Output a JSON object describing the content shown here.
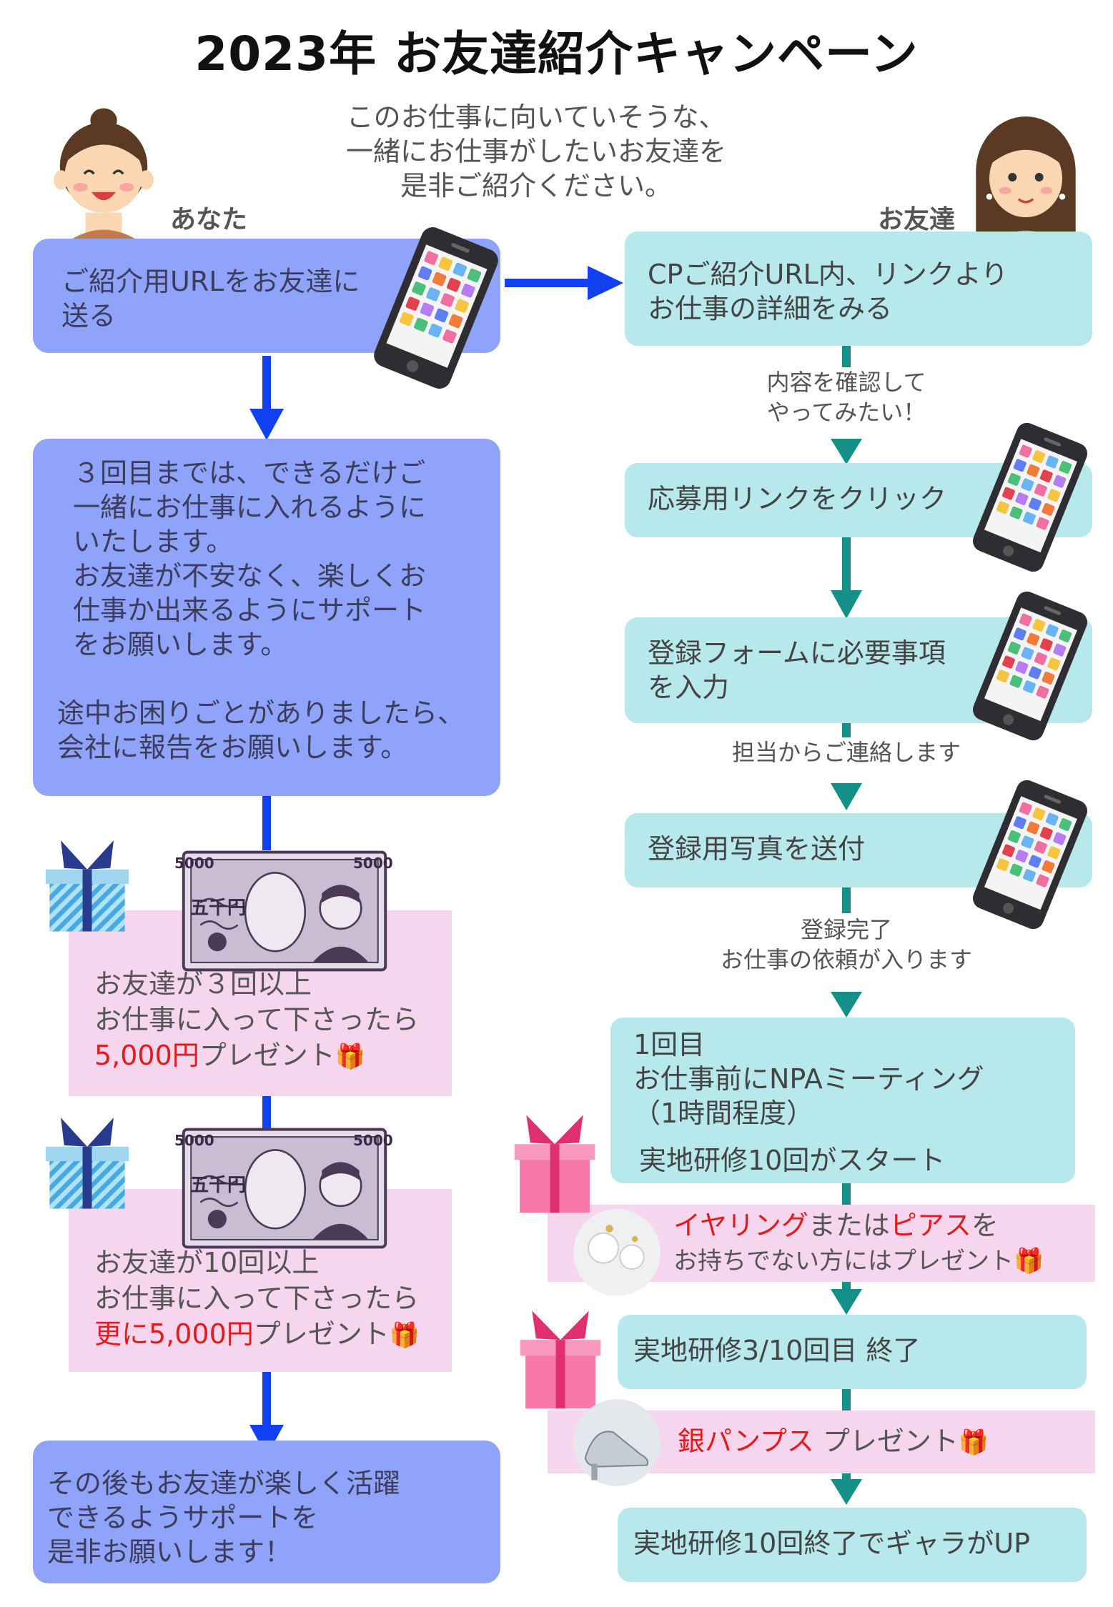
{
  "title": "2023年 お友達紹介キャンペーン",
  "intro": [
    "このお仕事に向いていそうな、",
    "一緒にお仕事がしたいお友達を",
    "是非ご紹介ください。"
  ],
  "roles": {
    "you": "あなた",
    "friend": "お友達"
  },
  "left": {
    "step1": [
      "ご紹介用URLをお友達に",
      "送る"
    ],
    "step2": [
      "３回目までは、できるだけご",
      "一緒にお仕事に入れるように",
      "いたします。",
      "お友達が不安なく、楽しくお",
      "仕事か出来るようにサポート",
      "をお願いします。"
    ],
    "step2_note": [
      "途中お困りごとがありましたら、",
      "会社に報告をお願いします。"
    ],
    "reward1": {
      "line1": "お友達が３回以上",
      "line2": "お仕事に入って下さったら",
      "amount": "5,000円",
      "suffix": "プレゼント"
    },
    "reward2": {
      "line1": "お友達が10回以上",
      "line2": "お仕事に入って下さったら",
      "amount": "更に5,000円",
      "suffix": "プレゼント"
    },
    "final": [
      "その後もお友達が楽しく活躍",
      "できるようサポートを",
      "是非お願いします！"
    ]
  },
  "bill": {
    "num": "5000",
    "kanji": "五千円"
  },
  "right": {
    "step1": [
      "CPご紹介URL内、リンクより",
      "お仕事の詳細をみる"
    ],
    "label1": [
      "内容を確認して",
      "やってみたい！"
    ],
    "step2": "応募用リンクをクリック",
    "step3": [
      "登録フォームに必要事項",
      "を入力"
    ],
    "label2": "担当からご連絡します",
    "step4": "登録用写真を送付",
    "label3": [
      "登録完了",
      "お仕事の依頼が入ります"
    ],
    "step5": {
      "l1": "1回目",
      "l2": "お仕事前にNPAミーティング",
      "l3": "（1時間程度）",
      "l4": "実地研修10回がスタート"
    },
    "gift1": {
      "earring": "イヤリング",
      "mid": "または",
      "pierce": "ピアス",
      "end": "を",
      "line2": "お持ちでない方にはプレゼント"
    },
    "step6": "実地研修3/10回目 終了",
    "gift2": {
      "item": "銀パンプス",
      "suffix": " プレゼント"
    },
    "step7": "実地研修10回終了でギャラがUP"
  },
  "colors": {
    "blue_box": "#8fa3fb",
    "cyan_box": "#b7e8ec",
    "pink_box": "#f6d6ee",
    "blue_arrow": "#1140f0",
    "teal_arrow": "#149089",
    "red_text": "#e41b1b"
  }
}
